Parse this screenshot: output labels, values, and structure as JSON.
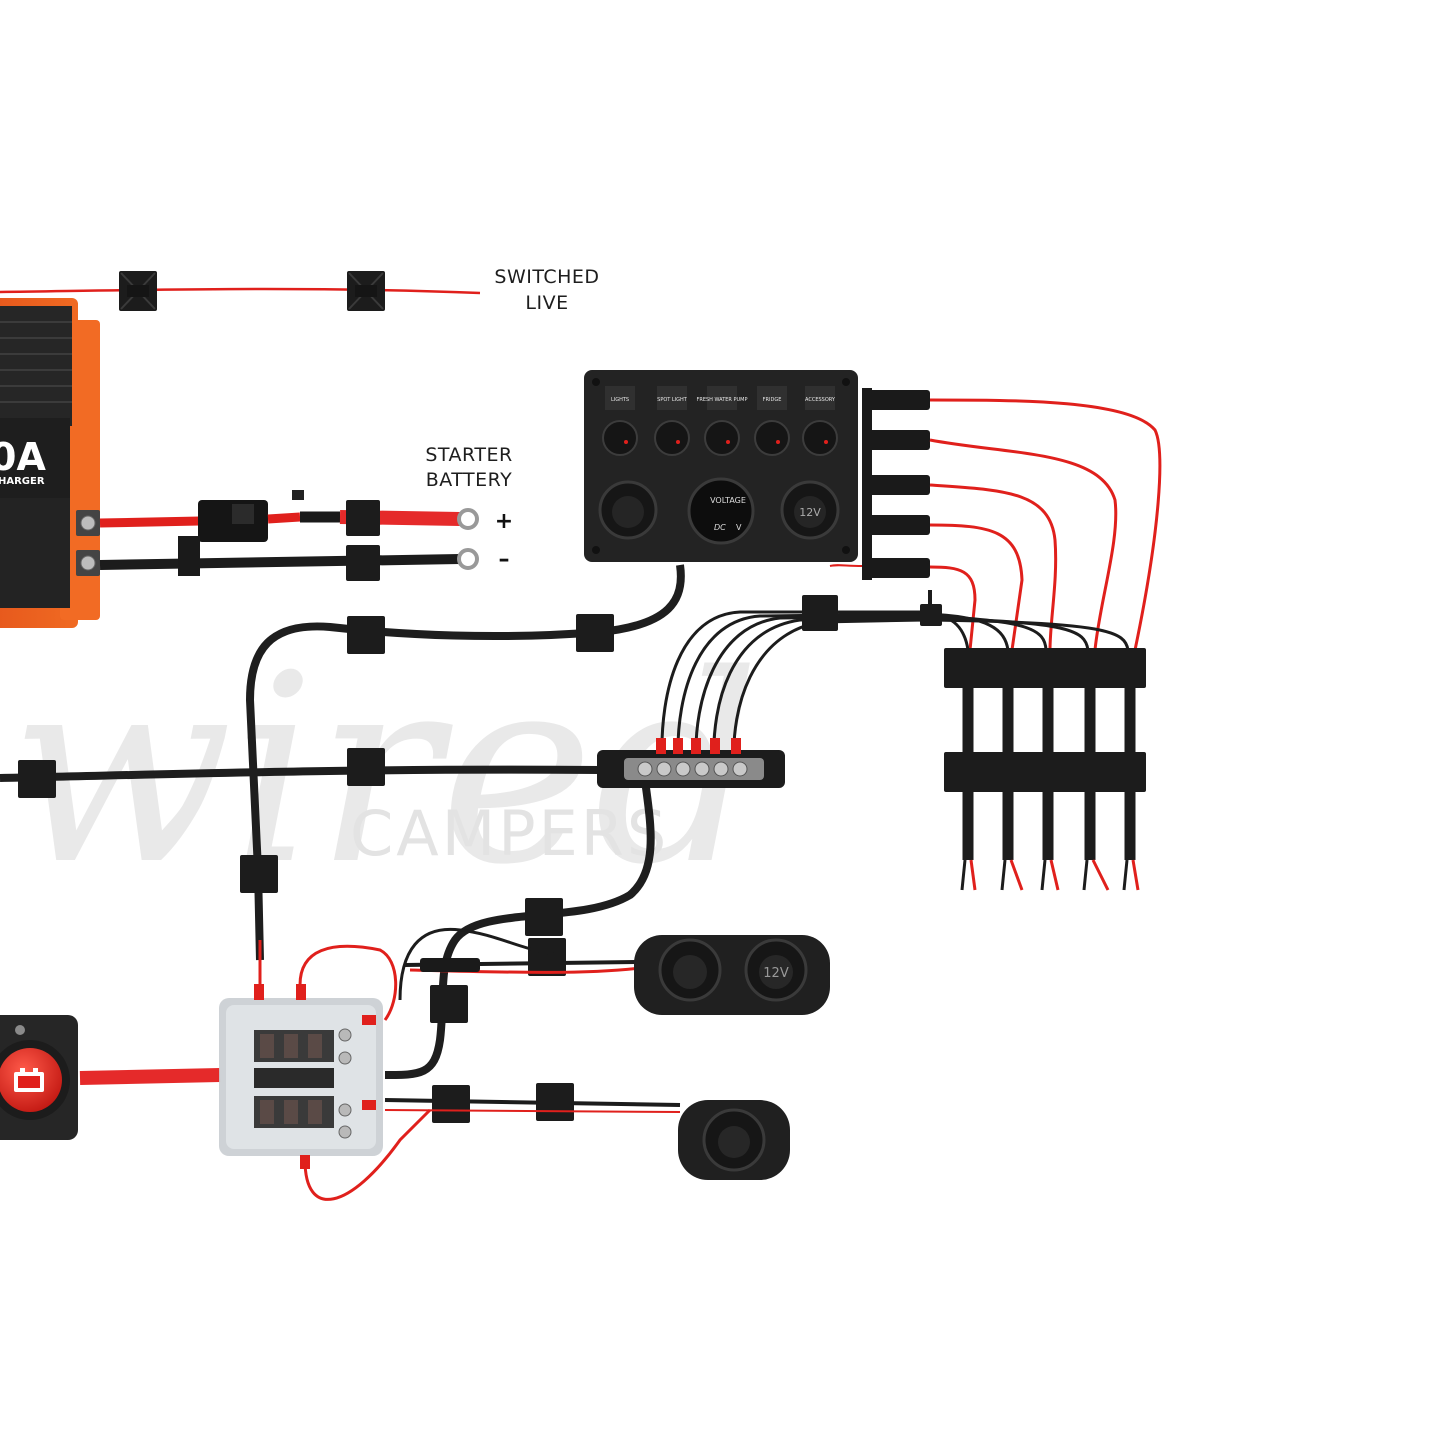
{
  "labels": {
    "switched_live": [
      "SWITCHED",
      "LIVE"
    ],
    "starter_battery": [
      "STARTER",
      "BATTERY"
    ],
    "plus": "+",
    "minus": "–"
  },
  "charger": {
    "amp_text": "0A",
    "sub_text": "HARGER"
  },
  "switch_panel": {
    "switch_labels": [
      "LIGHTS",
      "SPOT LIGHT",
      "FRESH WATER PUMP",
      "FRIDGE",
      "ACCESSORY"
    ],
    "voltmeter_text": "VOLTAGE",
    "voltmeter_sub": [
      "DC",
      "V"
    ],
    "socket_label": "12V"
  },
  "dual_socket": {
    "socket_label": "12V"
  },
  "watermark": {
    "script": "wired",
    "word": "CAMPERS"
  },
  "colors": {
    "red_wire": "#e0201c",
    "black_wire": "#1c1c1c",
    "charger_orange": "#ef5a1c",
    "panel_black": "#222222"
  },
  "icons": [
    "cable-clip-icon",
    "battery-isolator-icon",
    "fuse-box-icon",
    "usb-socket-icon",
    "12v-socket-icon",
    "rocker-switch-icon"
  ]
}
